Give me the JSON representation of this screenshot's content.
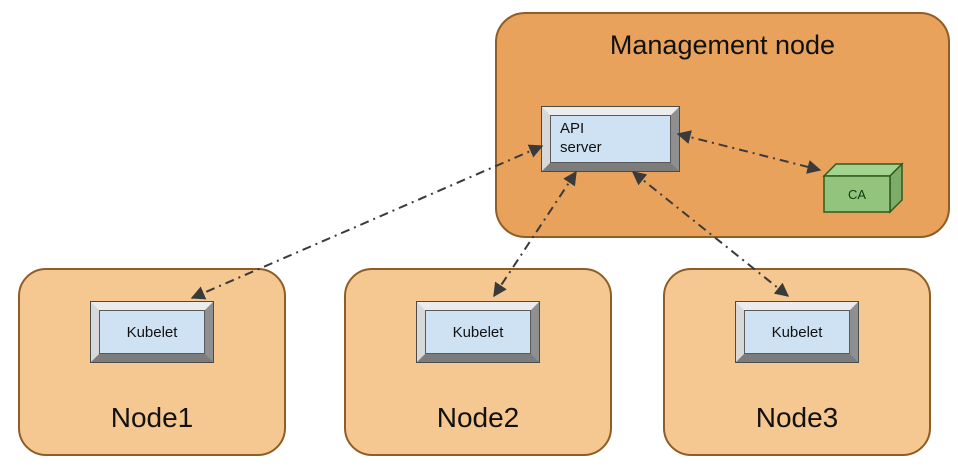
{
  "diagram": {
    "management_node": {
      "label": "Management node"
    },
    "api_server": {
      "label": "API server"
    },
    "ca": {
      "label": "CA"
    },
    "nodes": [
      {
        "label": "Node1",
        "component": "Kubelet"
      },
      {
        "label": "Node2",
        "component": "Kubelet"
      },
      {
        "label": "Node3",
        "component": "Kubelet"
      }
    ],
    "colors": {
      "management_fill": "#E8A25C",
      "worker_fill": "#F5C791",
      "container_border": "#8F5D26",
      "component_fill": "#CFE2F3",
      "ca_front_fill": "#93C47D",
      "ca_top_fill": "#A4D28F",
      "ca_side_fill": "#7DAB68",
      "arrow_stroke": "#3A3A3A"
    }
  }
}
